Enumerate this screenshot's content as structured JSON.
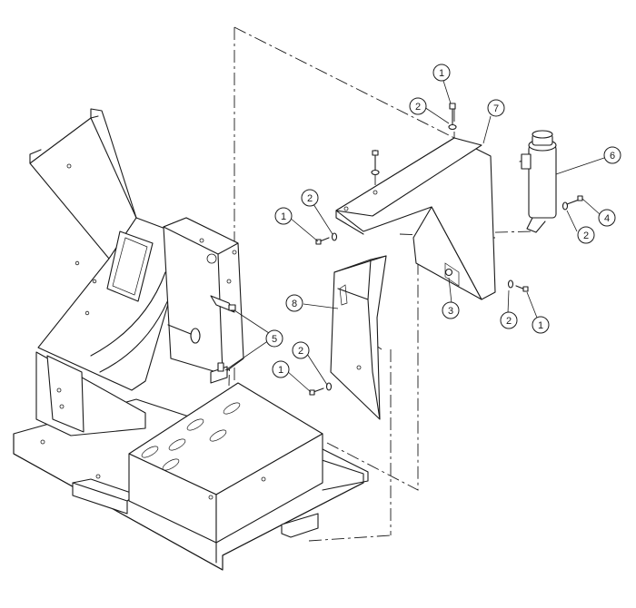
{
  "diagram": {
    "callouts": [
      {
        "label": "1"
      },
      {
        "label": "2"
      },
      {
        "label": "7"
      },
      {
        "label": "6"
      },
      {
        "label": "2"
      },
      {
        "label": "1"
      },
      {
        "label": "4"
      },
      {
        "label": "2"
      },
      {
        "label": "3"
      },
      {
        "label": "2"
      },
      {
        "label": "1"
      },
      {
        "label": "8"
      },
      {
        "label": "5"
      },
      {
        "label": "2"
      },
      {
        "label": "1"
      }
    ]
  }
}
